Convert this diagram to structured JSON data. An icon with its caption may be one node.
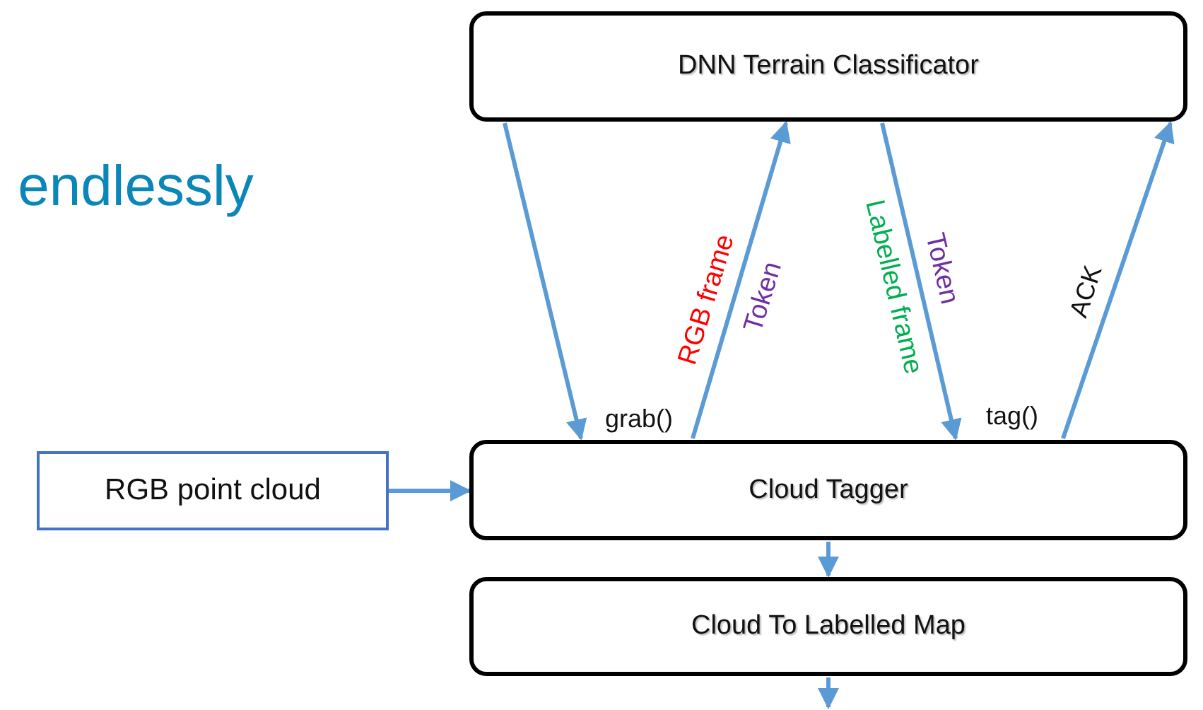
{
  "diagram": {
    "nodes": [
      {
        "text": [
          "DNN Terrain Classificator"
        ]
      },
      {
        "text": [
          "RGB point cloud"
        ]
      },
      {
        "text": [
          "Cloud Tagger"
        ]
      },
      {
        "text": [
          "Cloud To Labelled Map"
        ]
      }
    ],
    "edges": [
      {
        "from": 0,
        "to": 2,
        "arrow": "to",
        "label": "grab()"
      },
      {
        "from": 2,
        "to": 0,
        "arrow": "to",
        "label": "RGB frame"
      },
      {
        "from": 0,
        "to": 2,
        "arrow": "to",
        "label": "Labelled frame"
      },
      {
        "from": 2,
        "to": 0,
        "arrow": "to",
        "label": "ACK"
      },
      {
        "from": 1,
        "to": 2,
        "arrow": "to"
      },
      {
        "from": 2,
        "to": 3,
        "arrow": "to"
      },
      {
        "from": 3,
        "to": null,
        "arrow": "to"
      }
    ],
    "labels": [
      "endlessly",
      "Token",
      "Token",
      "tag()"
    ]
  }
}
